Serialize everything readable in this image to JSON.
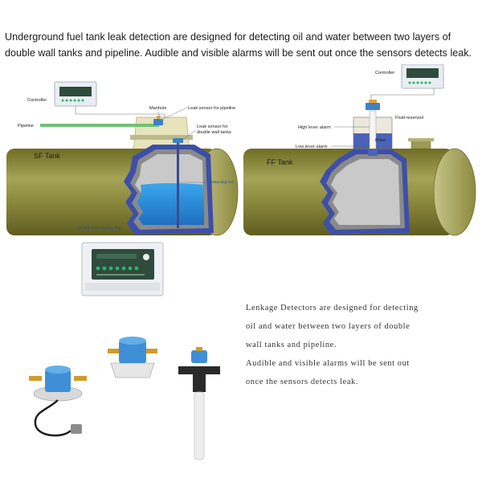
{
  "intro": {
    "text": "Underground fuel tank leak detection are designed for detecting oil and water between two layers of double wall tanks and pipeline. Audible and visible alarms will be sent out once the sensors detects leak."
  },
  "diagram_labels": {
    "controller_left": "Controller",
    "manhole": "Manhole",
    "leak_sensor_pipeline": "Leak sensor for pipeline",
    "pipeline": "Pipeline",
    "leak_sensor_double_wall_1": "Leak sensor for",
    "leak_sensor_double_wall_2": "double wall tanks",
    "sf_tank": "SF Tank",
    "detecting_rod": "Detecting rod",
    "oil_water_seal": "Oil and water sealing ring",
    "controller_right": "Controller",
    "fluid_reservoir": "Fluid reservoir",
    "high_level_alarm": "High lever alarm",
    "low_level_alarm": "Low lever alarm",
    "brine": "Brine",
    "ff_tank": "FF Tank"
  },
  "description": {
    "lines": [
      "Lenkage Detectors are designed for detecting",
      "oil and water between two layers of double",
      "wall tanks and pipeline.",
      "Audible and visible alarms will be sent out",
      "once the sensors detects leak."
    ]
  },
  "colors": {
    "tank_body": "#8c8a3e",
    "tank_inner_wall": "#3d4fa8",
    "liquid": "#2f8fd8",
    "pipeline": "#6fc274",
    "controller_screen": "#2f4b3d"
  },
  "icons": {
    "controller": "controller-icon",
    "sensor_flange": "flange-sensor-icon",
    "sensor_probe": "probe-sensor-icon"
  }
}
